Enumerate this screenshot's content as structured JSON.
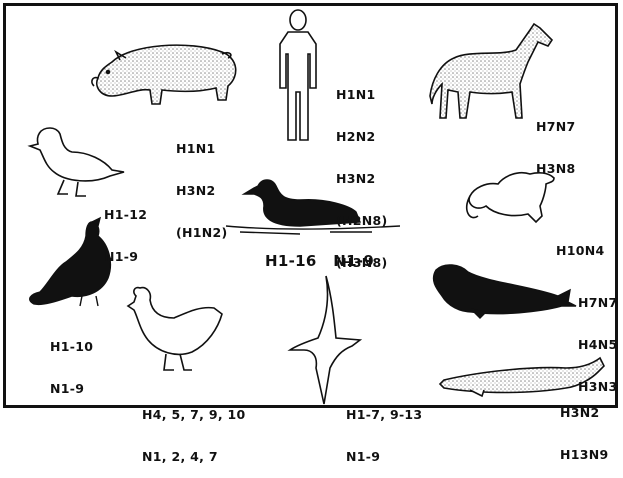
{
  "colors": {
    "ink": "#111111",
    "stipple": "#9a9a9a",
    "background": "#ffffff"
  },
  "animals": [
    {
      "id": "pig",
      "icon": "pig-icon",
      "subtypes": [
        "H1N1",
        "H3N2",
        "(H1N2)"
      ]
    },
    {
      "id": "human",
      "icon": "human-icon",
      "subtypes": [
        "H1N1",
        "H2N2",
        "H3N2",
        "(H2N8)",
        "(H3N8)"
      ]
    },
    {
      "id": "horse",
      "icon": "horse-icon",
      "subtypes": [
        "H7N7",
        "H3N8"
      ]
    },
    {
      "id": "duck",
      "icon": "duck-icon",
      "subtypes": [
        "H1-12",
        "N1-9"
      ]
    },
    {
      "id": "waterbird",
      "icon": "waterbird-icon",
      "subtypes": [
        "H1-16",
        "N1-9"
      ]
    },
    {
      "id": "mink",
      "icon": "mink-icon",
      "subtypes": [
        "H10N4"
      ]
    },
    {
      "id": "turkey",
      "icon": "turkey-icon",
      "subtypes": [
        "H1-10",
        "N1-9"
      ]
    },
    {
      "id": "seal",
      "icon": "seal-icon",
      "subtypes": [
        "H7N7",
        "H4N5",
        "H3N3"
      ]
    },
    {
      "id": "chicken",
      "icon": "chicken-icon",
      "subtypes": [
        "H4, 5, 7, 9, 10",
        "N1, 2, 4, 7"
      ]
    },
    {
      "id": "gull",
      "icon": "gull-icon",
      "subtypes": [
        "H1-7, 9-13",
        "N1-9"
      ]
    },
    {
      "id": "whale",
      "icon": "whale-icon",
      "subtypes": [
        "H3N2",
        "H13N9"
      ]
    }
  ]
}
